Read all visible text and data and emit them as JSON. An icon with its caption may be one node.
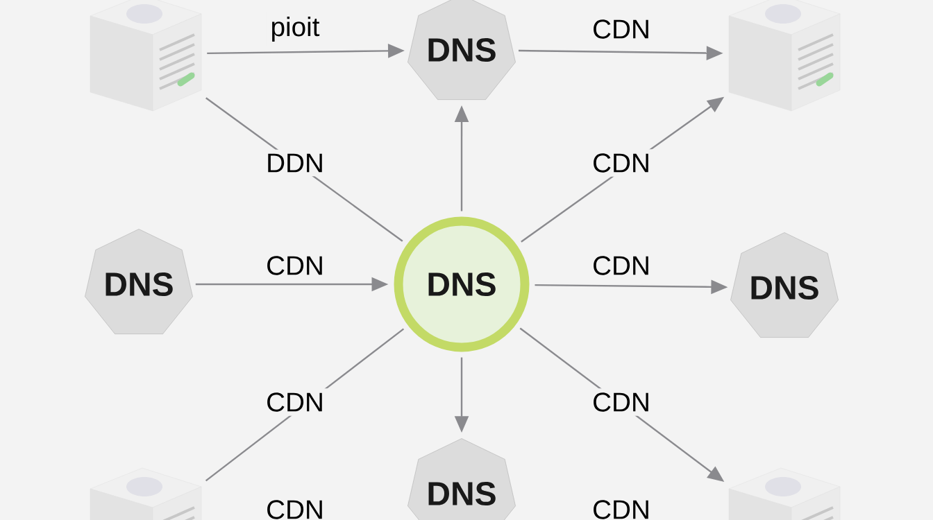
{
  "diagram": {
    "nodes": [
      {
        "text": [],
        "shape": "cube"
      },
      {
        "text": [
          "DNS"
        ]
      },
      {
        "text": [],
        "shape": "cube"
      },
      {
        "text": [
          "DNS"
        ]
      },
      {
        "text": [
          "DNS"
        ]
      },
      {
        "text": [
          "DNS"
        ]
      },
      {
        "text": [],
        "shape": "cube"
      },
      {
        "text": [
          "DNS"
        ]
      },
      {
        "text": [],
        "shape": "cube"
      }
    ],
    "edges": [
      {
        "from": 0,
        "to": 1,
        "arrow": "to",
        "label": "pioit"
      },
      {
        "from": 1,
        "to": 2,
        "arrow": "to",
        "label": "CDN"
      },
      {
        "from": 0,
        "to": 4,
        "arrow": "none",
        "label": "DDN"
      },
      {
        "from": 4,
        "to": 1,
        "arrow": "to"
      },
      {
        "from": 4,
        "to": 2,
        "arrow": "to",
        "label": "CDN"
      },
      {
        "from": 3,
        "to": 4,
        "arrow": "to",
        "label": "CDN"
      },
      {
        "from": 4,
        "to": 5,
        "arrow": "to",
        "label": "CDN"
      },
      {
        "from": 4,
        "to": 6,
        "arrow": "none",
        "label": "CDN"
      },
      {
        "from": 4,
        "to": 7,
        "arrow": "to"
      },
      {
        "from": 4,
        "to": 8,
        "arrow": "to",
        "label": "CDN"
      }
    ],
    "labels": [
      "CDN",
      "CDN"
    ]
  }
}
